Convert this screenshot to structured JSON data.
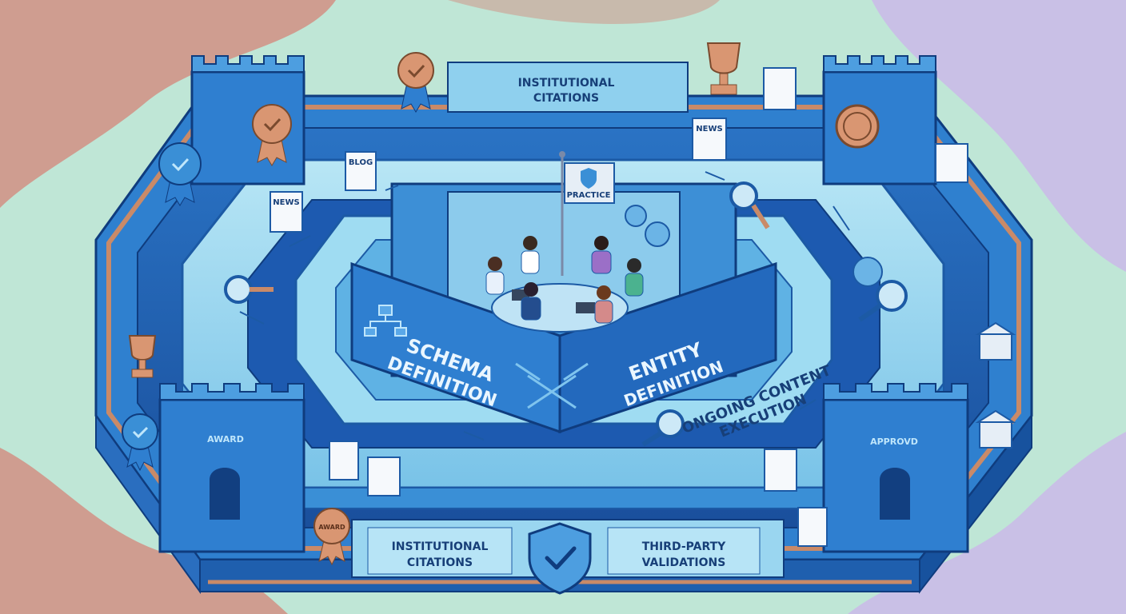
{
  "labels": {
    "top_outer_line1": "INSTITUTIONAL",
    "top_outer_line2": "CITATIONS",
    "bottom_left_line1": "INSTITUTIONAL",
    "bottom_left_line2": "CITATIONS",
    "bottom_right_line1": "THIRD-PARTY",
    "bottom_right_line2": "VALIDATIONS",
    "ongoing_line1": "ONGOING CONTENT",
    "ongoing_line2": "EXECUTION",
    "schema_line1": "SCHEMA",
    "schema_line2": "DEFINITION",
    "entity_line1": "ENTITY",
    "entity_line2": "DEFINITION",
    "flag": "PRACTICE",
    "card_news_1": "NEWS",
    "card_news_2": "NEWS",
    "card_blog": "BLOG",
    "tower_award": "AWARD",
    "tower_approved": "APPROVD",
    "ribbon_award": "AWARD"
  },
  "icons": [
    "ribbon-award-icon",
    "trophy-icon",
    "certificate-icon",
    "seal-icon",
    "shield-check-icon",
    "magnifier-icon",
    "gear-icon",
    "bank-building-icon",
    "flag-icon",
    "org-chart-icon",
    "laptop-icon"
  ],
  "colors": {
    "deep_blue": "#1e63b4",
    "mid_blue": "#3a8fd6",
    "light_blue": "#8fd0ee",
    "pale_blue": "#c9ecf7",
    "copper": "#c98a68",
    "navy_text": "#173f78",
    "bg_mint": "#bfe6d6",
    "bg_rose": "#cf9d90",
    "bg_lilac": "#c9c0e6"
  }
}
